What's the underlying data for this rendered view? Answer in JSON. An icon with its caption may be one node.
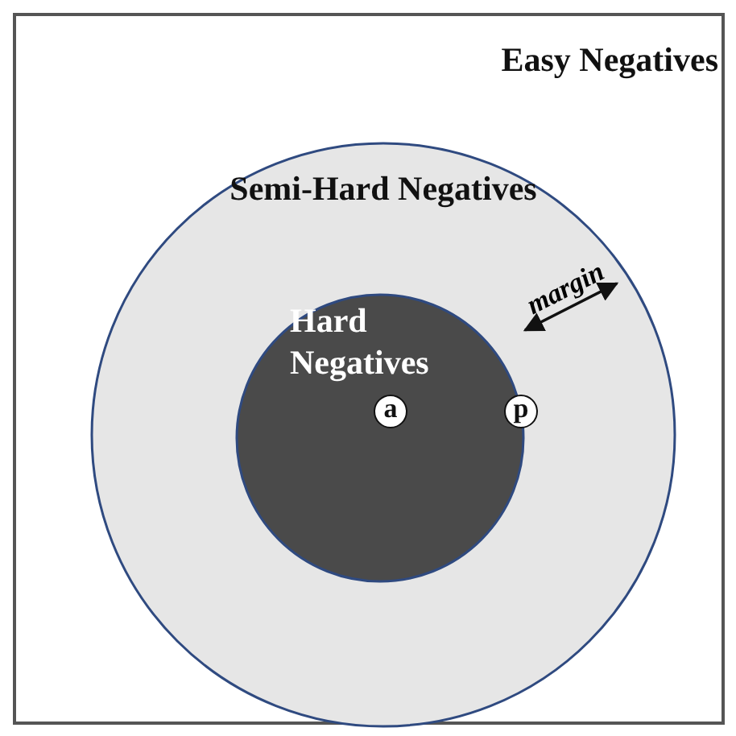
{
  "diagram": {
    "nodes": [
      {
        "text": [
          "Easy Negatives"
        ]
      },
      {
        "text": [
          "Semi-Hard Negatives"
        ],
        "in": 0
      },
      {
        "text": [
          "Hard Negatives"
        ],
        "in": 1
      },
      {
        "text": [
          "a"
        ],
        "in": 2
      },
      {
        "text": [
          "p"
        ],
        "in": 1
      }
    ],
    "labels": [
      "margin"
    ]
  }
}
